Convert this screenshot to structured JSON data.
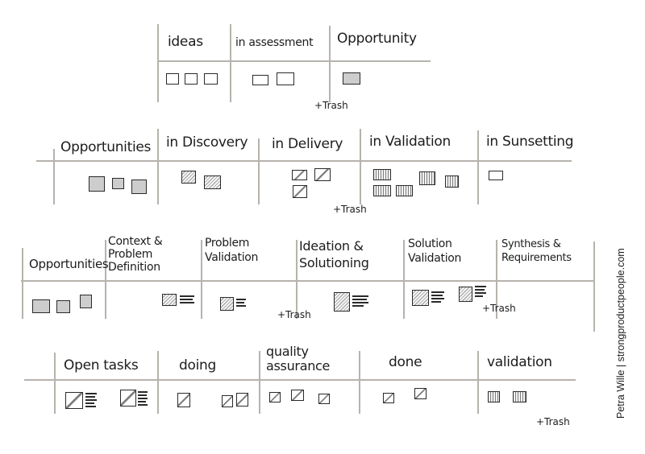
{
  "boards": [
    {
      "columns": [
        "ideas",
        "in assessment",
        "Opportunity"
      ],
      "trash": "+Trash"
    },
    {
      "columns": [
        "Opportunities",
        "in Discovery",
        "in Delivery",
        "in Validation",
        "in Sunsetting"
      ],
      "trash": "+Trash"
    },
    {
      "columns": [
        "Opportunities",
        "Context & Problem Definition",
        "Problem Validation",
        "Ideation & Solutioning",
        "Solution Validation",
        "Synthesis & Requirements"
      ],
      "trash_a": "+Trash",
      "trash_b": "+Trash"
    },
    {
      "columns": [
        "Open tasks",
        "doing",
        "quality assurance",
        "done",
        "validation"
      ],
      "trash": "+Trash"
    }
  ],
  "credit": "Petra Wille | strongproductpeople.com"
}
